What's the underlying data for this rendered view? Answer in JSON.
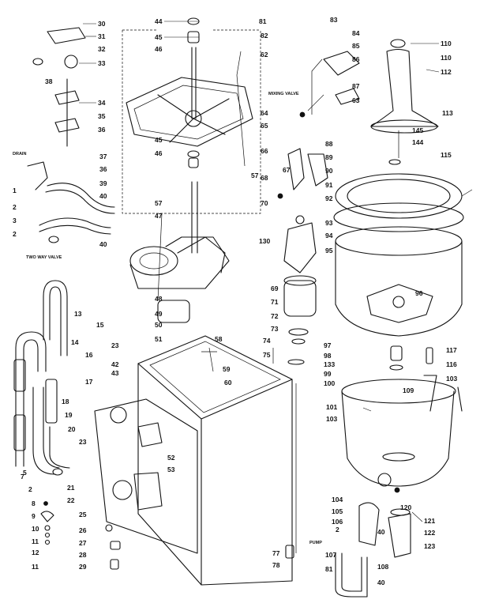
{
  "captions": {
    "drain": "DRAIN",
    "two_way_valve": "TWO WAY VALVE",
    "mixing_valve": "MIXING VALVE",
    "pump": "PUMP"
  },
  "callouts": [
    {
      "id": "c30",
      "text": "30"
    },
    {
      "id": "c31",
      "text": "31"
    },
    {
      "id": "c32",
      "text": "32"
    },
    {
      "id": "c33",
      "text": "33"
    },
    {
      "id": "c38",
      "text": "38"
    },
    {
      "id": "c34",
      "text": "34"
    },
    {
      "id": "c35",
      "text": "35"
    },
    {
      "id": "c36",
      "text": "36"
    },
    {
      "id": "c37",
      "text": "37"
    },
    {
      "id": "c36b",
      "text": "36"
    },
    {
      "id": "c39",
      "text": "39"
    },
    {
      "id": "c40a",
      "text": "40"
    },
    {
      "id": "c40b",
      "text": "40"
    },
    {
      "id": "c1",
      "text": "1"
    },
    {
      "id": "c2a",
      "text": "2"
    },
    {
      "id": "c3",
      "text": "3"
    },
    {
      "id": "c2b",
      "text": "2"
    },
    {
      "id": "c44",
      "text": "44"
    },
    {
      "id": "c45a",
      "text": "45"
    },
    {
      "id": "c46a",
      "text": "46"
    },
    {
      "id": "c45b",
      "text": "45"
    },
    {
      "id": "c46b",
      "text": "46"
    },
    {
      "id": "c57a",
      "text": "57"
    },
    {
      "id": "c47",
      "text": "47"
    },
    {
      "id": "c48",
      "text": "48"
    },
    {
      "id": "c49",
      "text": "49"
    },
    {
      "id": "c50",
      "text": "50"
    },
    {
      "id": "c51",
      "text": "51"
    },
    {
      "id": "c58",
      "text": "58"
    },
    {
      "id": "c81a",
      "text": "81"
    },
    {
      "id": "c82",
      "text": "82"
    },
    {
      "id": "c57b",
      "text": "57"
    },
    {
      "id": "c62",
      "text": "62"
    },
    {
      "id": "c83",
      "text": "83"
    },
    {
      "id": "c84",
      "text": "84"
    },
    {
      "id": "c85",
      "text": "85"
    },
    {
      "id": "c86",
      "text": "86"
    },
    {
      "id": "c87",
      "text": "87"
    },
    {
      "id": "c63",
      "text": "63"
    },
    {
      "id": "c64",
      "text": "64"
    },
    {
      "id": "c65",
      "text": "65"
    },
    {
      "id": "c66",
      "text": "66"
    },
    {
      "id": "c67",
      "text": "67"
    },
    {
      "id": "c68",
      "text": "68"
    },
    {
      "id": "c88",
      "text": "88"
    },
    {
      "id": "c89",
      "text": "89"
    },
    {
      "id": "c90",
      "text": "90"
    },
    {
      "id": "c91",
      "text": "91"
    },
    {
      "id": "c92",
      "text": "92"
    },
    {
      "id": "c70",
      "text": "70"
    },
    {
      "id": "c93",
      "text": "93"
    },
    {
      "id": "c94",
      "text": "94"
    },
    {
      "id": "c130",
      "text": "130"
    },
    {
      "id": "c69",
      "text": "69"
    },
    {
      "id": "c71",
      "text": "71"
    },
    {
      "id": "c72",
      "text": "72"
    },
    {
      "id": "c73",
      "text": "73"
    },
    {
      "id": "c74",
      "text": "74"
    },
    {
      "id": "c75",
      "text": "75"
    },
    {
      "id": "c110a",
      "text": "110"
    },
    {
      "id": "c110b",
      "text": "110"
    },
    {
      "id": "c112",
      "text": "112"
    },
    {
      "id": "c113",
      "text": "113"
    },
    {
      "id": "c145",
      "text": "145"
    },
    {
      "id": "c144",
      "text": "144"
    },
    {
      "id": "c115",
      "text": "115"
    },
    {
      "id": "c95",
      "text": "95"
    },
    {
      "id": "c96",
      "text": "96"
    },
    {
      "id": "c97",
      "text": "97"
    },
    {
      "id": "c98",
      "text": "98"
    },
    {
      "id": "c133",
      "text": "133"
    },
    {
      "id": "c99",
      "text": "99"
    },
    {
      "id": "c100",
      "text": "100"
    },
    {
      "id": "c117",
      "text": "117"
    },
    {
      "id": "c116",
      "text": "116"
    },
    {
      "id": "c103a",
      "text": "103"
    },
    {
      "id": "c109",
      "text": "109"
    },
    {
      "id": "c101",
      "text": "101"
    },
    {
      "id": "c103b",
      "text": "103"
    },
    {
      "id": "c13",
      "text": "13"
    },
    {
      "id": "c14",
      "text": "14"
    },
    {
      "id": "c15",
      "text": "15"
    },
    {
      "id": "c16",
      "text": "16"
    },
    {
      "id": "c23a",
      "text": "23"
    },
    {
      "id": "c42",
      "text": "42"
    },
    {
      "id": "c43",
      "text": "43"
    },
    {
      "id": "c17",
      "text": "17"
    },
    {
      "id": "c18",
      "text": "18"
    },
    {
      "id": "c19",
      "text": "19"
    },
    {
      "id": "c20",
      "text": "20"
    },
    {
      "id": "c23b",
      "text": "23"
    },
    {
      "id": "c59",
      "text": "59"
    },
    {
      "id": "c60",
      "text": "60"
    },
    {
      "id": "c52",
      "text": "52"
    },
    {
      "id": "c53",
      "text": "53"
    },
    {
      "id": "c5",
      "text": "5"
    },
    {
      "id": "c7",
      "text": "7"
    },
    {
      "id": "c2c",
      "text": "2"
    },
    {
      "id": "c21",
      "text": "21"
    },
    {
      "id": "c22",
      "text": "22"
    },
    {
      "id": "c8",
      "text": "8"
    },
    {
      "id": "c9",
      "text": "9"
    },
    {
      "id": "c10",
      "text": "10"
    },
    {
      "id": "c11a",
      "text": "11"
    },
    {
      "id": "c12",
      "text": "12"
    },
    {
      "id": "c11b",
      "text": "11"
    },
    {
      "id": "c25",
      "text": "25"
    },
    {
      "id": "c26",
      "text": "26"
    },
    {
      "id": "c27",
      "text": "27"
    },
    {
      "id": "c28",
      "text": "28"
    },
    {
      "id": "c29",
      "text": "29"
    },
    {
      "id": "c77",
      "text": "77"
    },
    {
      "id": "c78",
      "text": "78"
    },
    {
      "id": "c104",
      "text": "104"
    },
    {
      "id": "c105",
      "text": "105"
    },
    {
      "id": "c106",
      "text": "106"
    },
    {
      "id": "c2d",
      "text": "2"
    },
    {
      "id": "c40c",
      "text": "40"
    },
    {
      "id": "c107",
      "text": "107"
    },
    {
      "id": "c81b",
      "text": "81"
    },
    {
      "id": "c108",
      "text": "108"
    },
    {
      "id": "c40d",
      "text": "40"
    },
    {
      "id": "c120",
      "text": "120"
    },
    {
      "id": "c121",
      "text": "121"
    },
    {
      "id": "c122",
      "text": "122"
    },
    {
      "id": "c123",
      "text": "123"
    }
  ]
}
